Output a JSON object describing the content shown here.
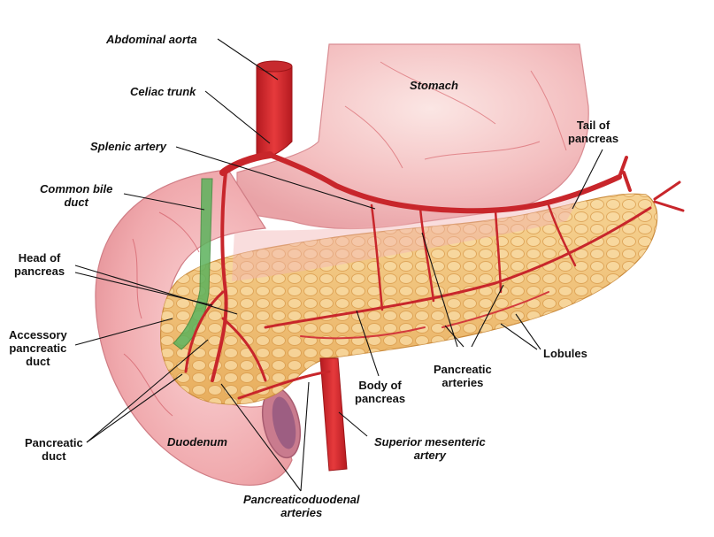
{
  "labels": {
    "abdominal_aorta": "Abdominal aorta",
    "celiac_trunk": "Celiac trunk",
    "splenic_artery": "Splenic artery",
    "common_bile_duct": [
      "Common bile",
      "duct"
    ],
    "head_of_pancreas": [
      "Head of",
      "pancreas"
    ],
    "accessory_pancreatic_duct": [
      "Accessory",
      "pancreatic",
      "duct"
    ],
    "pancreatic_duct": [
      "Pancreatic",
      "duct"
    ],
    "duodenum": "Duodenum",
    "pancreaticoduodenal_arteries": [
      "Pancreaticoduodenal",
      "arteries"
    ],
    "superior_mesenteric_artery": [
      "Superior mesenteric",
      "artery"
    ],
    "body_of_pancreas": [
      "Body of",
      "pancreas"
    ],
    "pancreatic_arteries": [
      "Pancreatic",
      "arteries"
    ],
    "lobules": "Lobules",
    "stomach": "Stomach",
    "tail_of_pancreas": [
      "Tail of",
      "pancreas"
    ]
  },
  "colors": {
    "stomach": "#f3b8ba",
    "duodenum": "#ee9ea2",
    "pancreas": "#f0c27a",
    "artery": "#d8262b",
    "bile_duct": "#5cb25c",
    "leader": "#111111"
  }
}
